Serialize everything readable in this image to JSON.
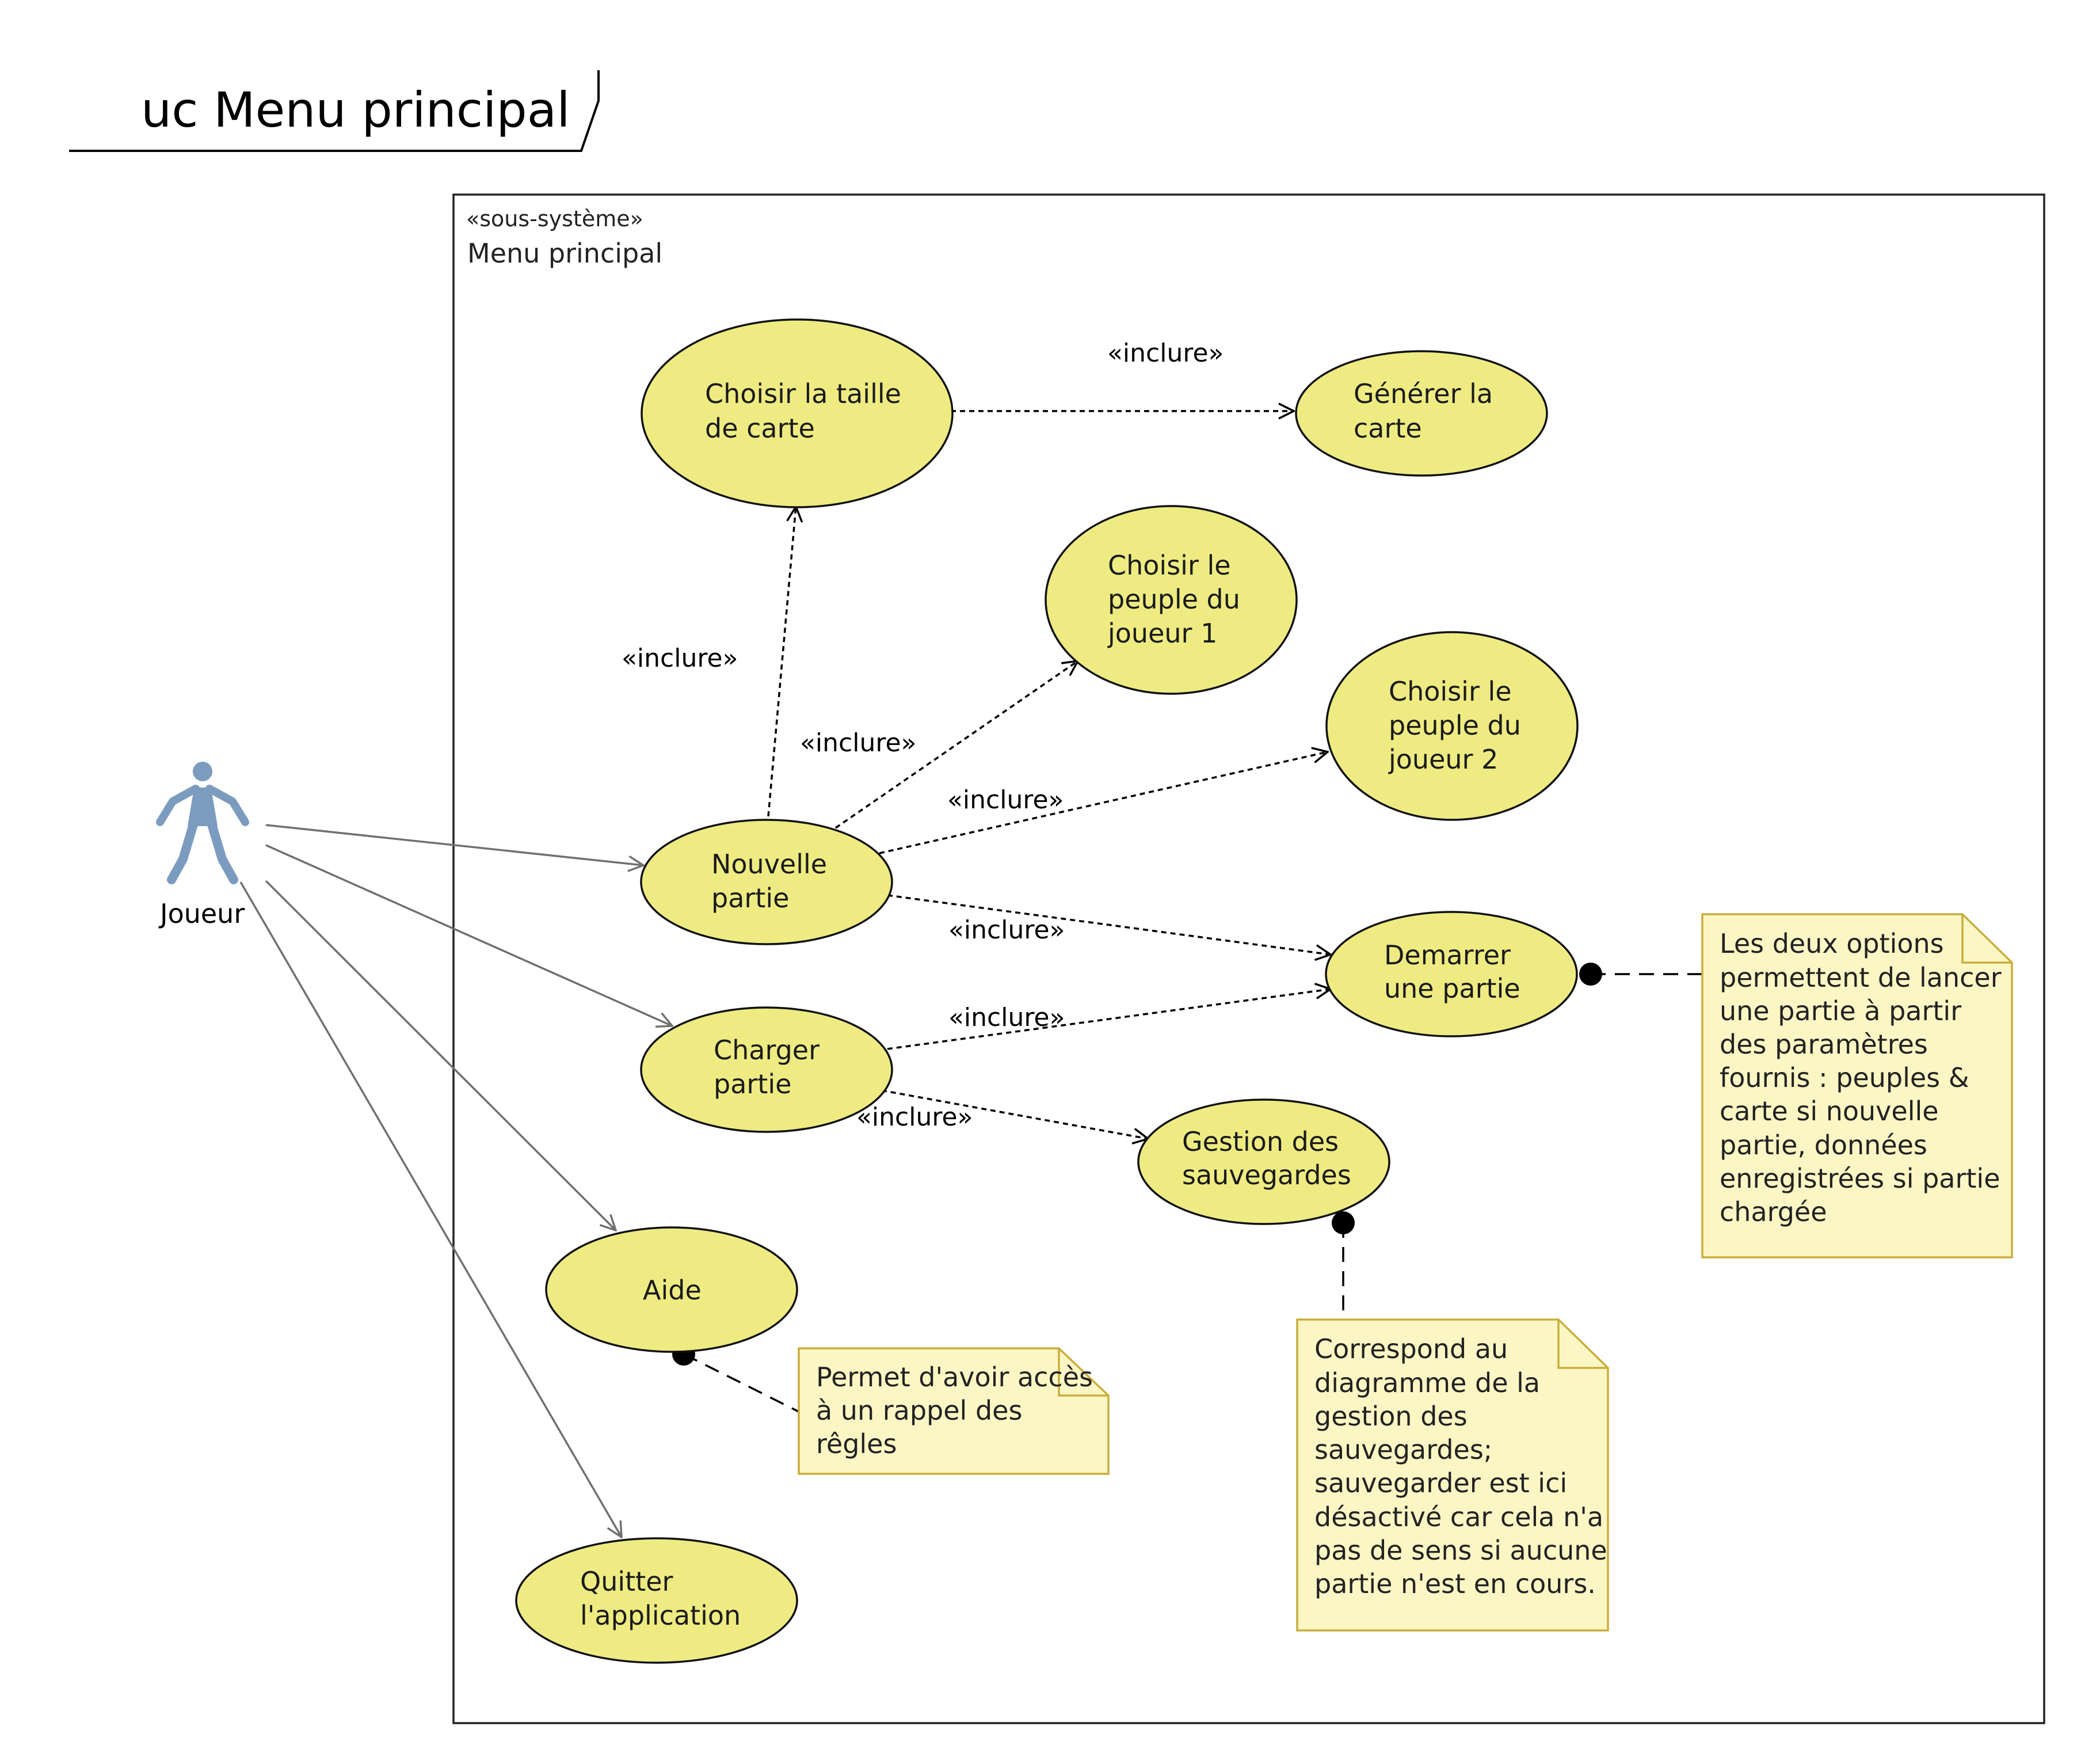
{
  "frame_title": "uc Menu principal",
  "system": {
    "stereotype": "«sous-système»",
    "name": "Menu principal"
  },
  "actor": {
    "name": "Joueur"
  },
  "include_label": "«inclure»",
  "use_cases": {
    "choisir_taille": [
      "Choisir la taille",
      "de carte"
    ],
    "generer_carte": [
      "Générer la",
      "carte"
    ],
    "peuple_j1": [
      "Choisir le",
      "peuple du",
      "joueur 1"
    ],
    "peuple_j2": [
      "Choisir le",
      "peuple du",
      "joueur 2"
    ],
    "nouvelle_partie": [
      "Nouvelle",
      "partie"
    ],
    "charger_partie": [
      "Charger",
      "partie"
    ],
    "demarrer": [
      "Demarrer",
      "une partie"
    ],
    "gestion_sauvegardes": [
      "Gestion des",
      "sauvegardes"
    ],
    "aide": [
      "Aide"
    ],
    "quitter": [
      "Quitter",
      "l'application"
    ]
  },
  "notes": {
    "options": [
      "Les deux options",
      "permettent de lancer",
      "une partie à partir",
      "des paramètres",
      "fournis : peuples &",
      "carte si nouvelle",
      "partie, données",
      "enregistrées si partie",
      "chargée"
    ],
    "sauvegardes": [
      "Correspond au",
      "diagramme de la",
      "gestion des",
      "sauvegardes;",
      "sauvegarder est ici",
      "désactivé car cela n'a",
      "pas de sens si aucune",
      "partie n'est en cours."
    ],
    "aide": [
      "Permet d'avoir accès",
      "à un rappel des",
      "rêgles"
    ]
  },
  "colors": {
    "use_case_fill": "#eeeb82",
    "note_fill": "#fbf6c4",
    "note_border": "#c9ad3c",
    "actor": "#7c9cbf",
    "association": "#707070"
  }
}
